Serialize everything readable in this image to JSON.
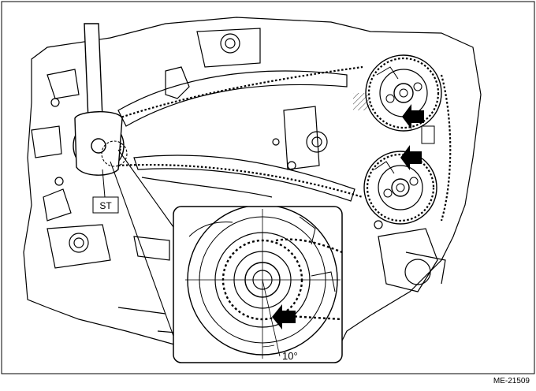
{
  "figure": {
    "callout_label": "ST",
    "angle_label": "10°",
    "figure_id": "ME-21509"
  }
}
